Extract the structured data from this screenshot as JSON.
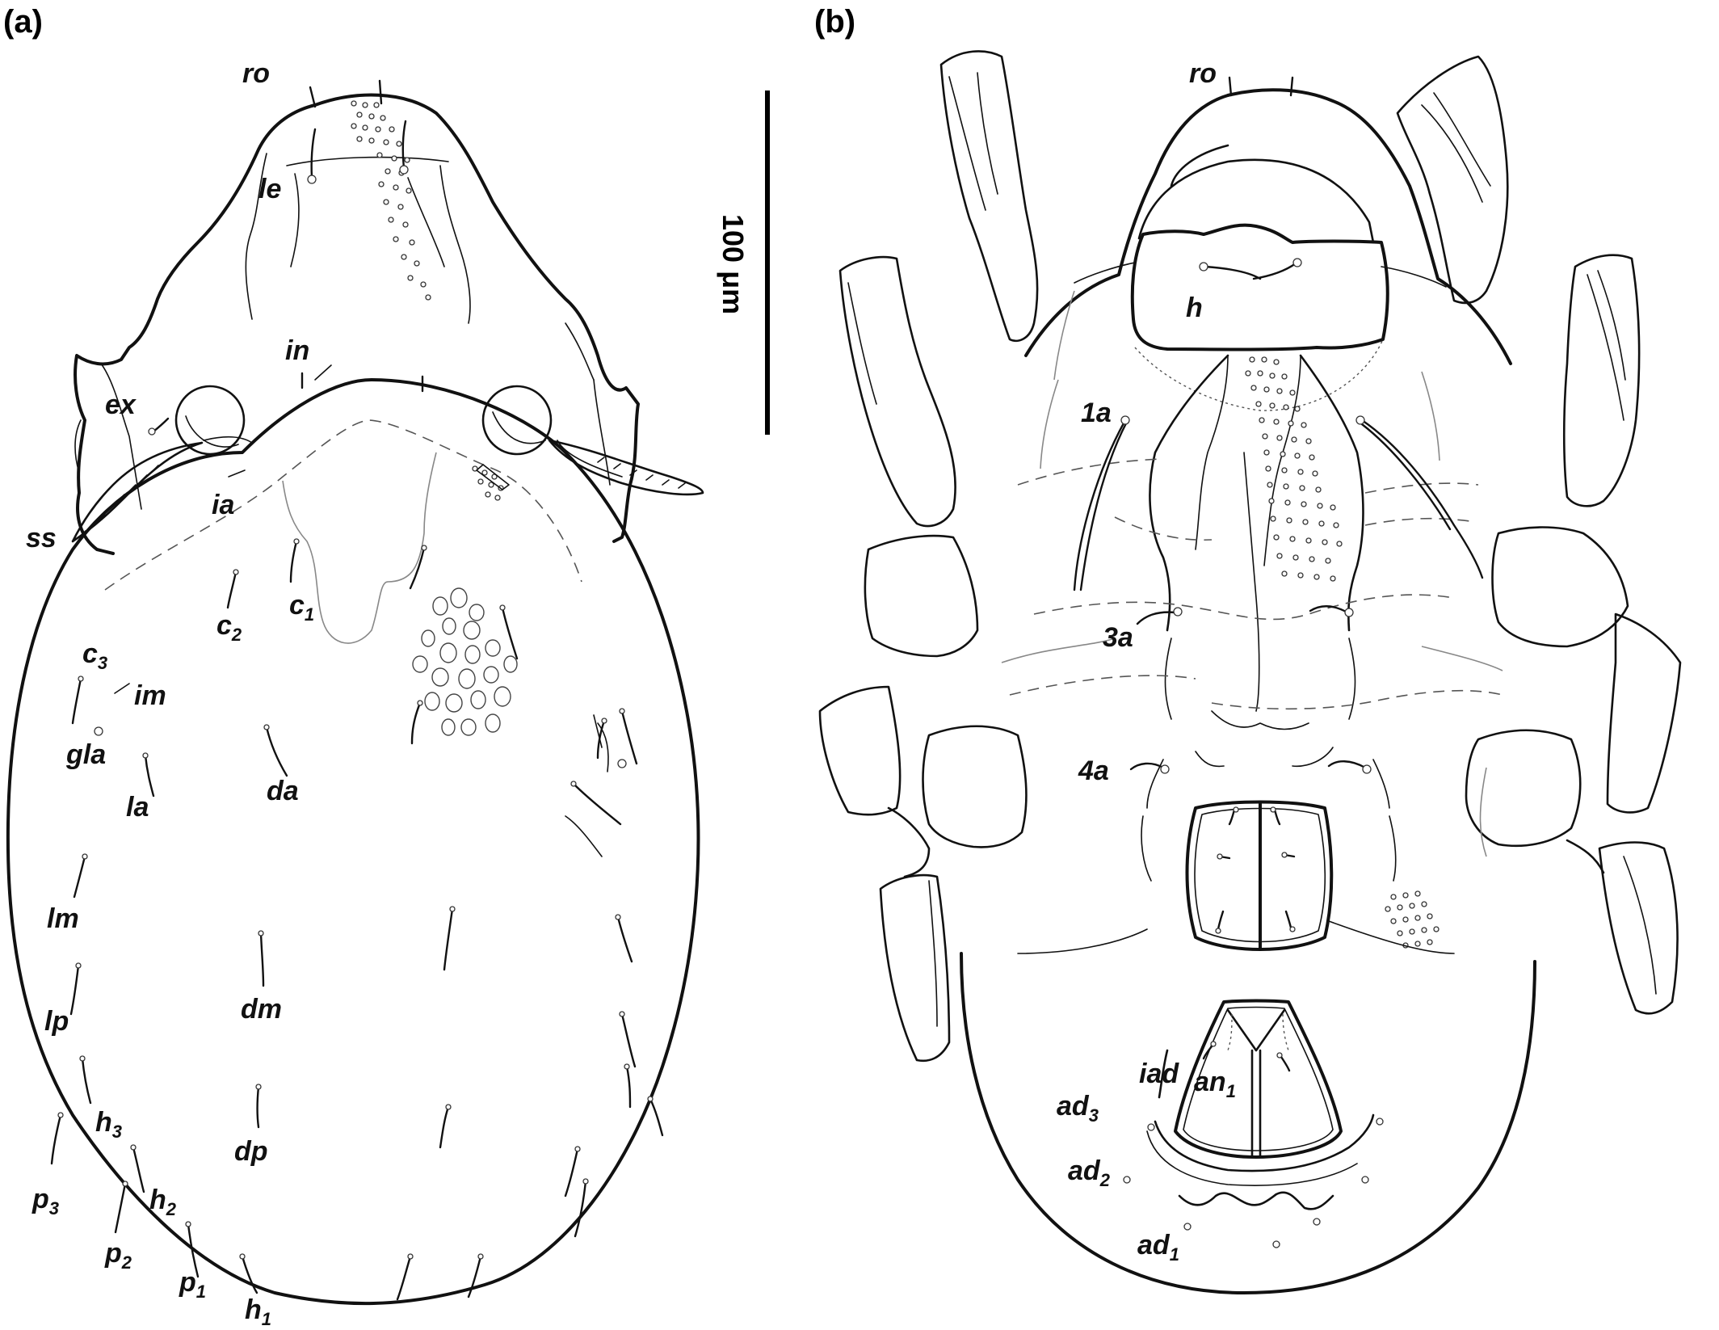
{
  "panels": {
    "a": {
      "label": "(a)"
    },
    "b": {
      "label": "(b)"
    }
  },
  "scale_bar": {
    "label": "100 μm"
  },
  "labels_a": {
    "ro": "ro",
    "le": "le",
    "in": "in",
    "ex": "ex",
    "ss": "ss",
    "ia": "ia",
    "c1": "c",
    "c1_sub": "1",
    "c2": "c",
    "c2_sub": "2",
    "c3": "c",
    "c3_sub": "3",
    "im": "im",
    "gla": "gla",
    "la": "la",
    "da": "da",
    "lm": "lm",
    "dm": "dm",
    "lp": "lp",
    "dp": "dp",
    "h3": "h",
    "h3_sub": "3",
    "h2": "h",
    "h2_sub": "2",
    "h1": "h",
    "h1_sub": "1",
    "p3": "p",
    "p3_sub": "3",
    "p2": "p",
    "p2_sub": "2",
    "p1": "p",
    "p1_sub": "1"
  },
  "labels_b": {
    "ro": "ro",
    "h": "h",
    "s1a": "1a",
    "s3a": "3a",
    "s4a": "4a",
    "iad": "iad",
    "an1": "an",
    "an1_sub": "1",
    "ad3": "ad",
    "ad3_sub": "3",
    "ad2": "ad",
    "ad2_sub": "2",
    "ad1": "ad",
    "ad1_sub": "1"
  }
}
